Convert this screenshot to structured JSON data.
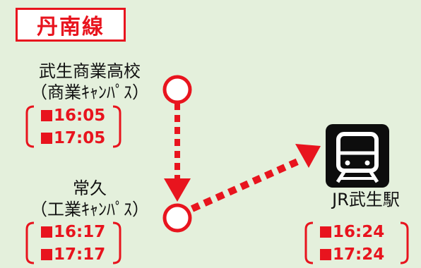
{
  "route": {
    "title": "丹南線",
    "line_color": "#e8141e"
  },
  "stops": [
    {
      "id": "commercial",
      "name": "武生商業高校",
      "subname": "（商業ｷｬﾝﾊﾟｽ）",
      "times": [
        "16:05",
        "17:05"
      ]
    },
    {
      "id": "tsunehisa",
      "name": "常久",
      "subname": "（工業ｷｬﾝﾊﾟｽ）",
      "times": [
        "16:17",
        "17:17"
      ]
    },
    {
      "id": "station",
      "name": "JR武生駅",
      "icon": "train-icon",
      "times": [
        "16:24",
        "17:24"
      ]
    }
  ]
}
